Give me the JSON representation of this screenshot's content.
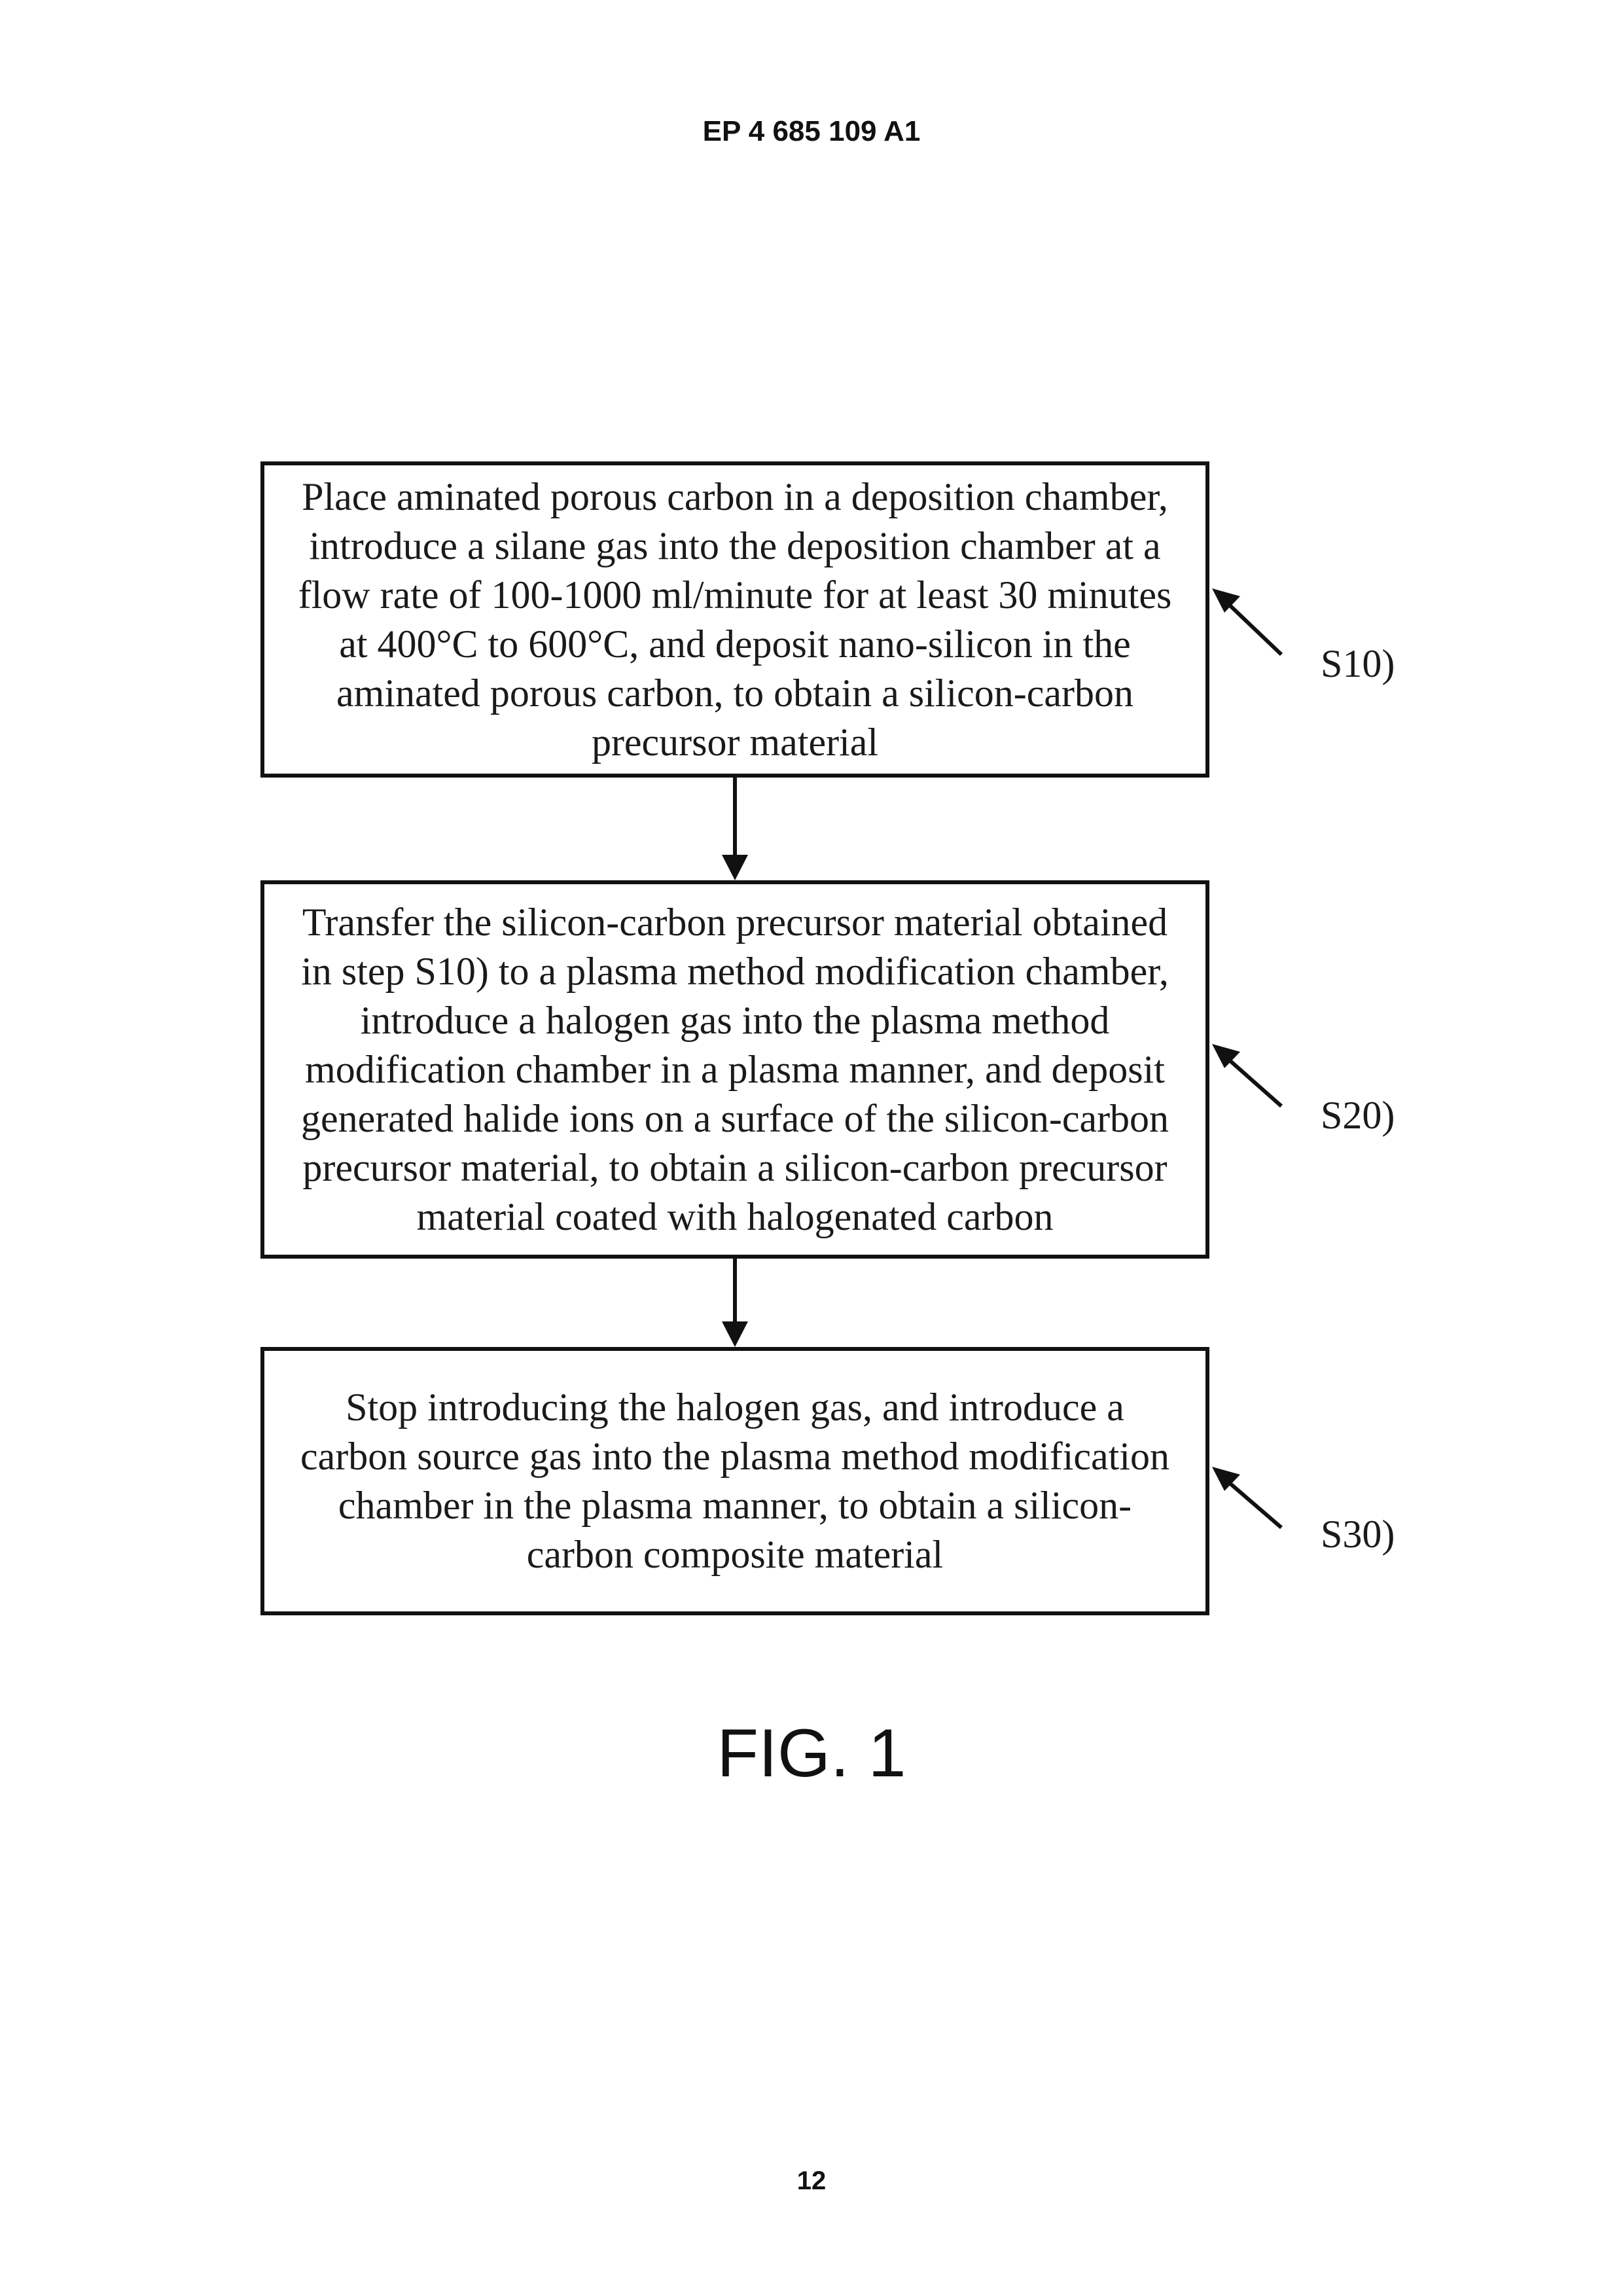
{
  "header": {
    "publication_number": "EP 4 685 109 A1"
  },
  "steps": [
    {
      "label": "S10)",
      "text": "Place aminated porous carbon in a deposition chamber,\nintroduce a silane gas into the deposition chamber at a\nflow rate of 100-1000 ml/minute for at least 30 minutes\nat 400°C to 600°C, and deposit nano-silicon in the\naminated porous carbon, to obtain a silicon-carbon\nprecursor material"
    },
    {
      "label": "S20)",
      "text": "Transfer the silicon-carbon precursor material obtained\nin step S10) to a plasma method modification chamber,\nintroduce a halogen gas into the plasma method\nmodification chamber in a plasma manner, and deposit\ngenerated halide ions on a surface of the silicon-carbon\nprecursor material, to obtain a silicon-carbon precursor\nmaterial coated with halogenated carbon"
    },
    {
      "label": "S30)",
      "text": "Stop introducing the halogen gas, and introduce a\ncarbon source gas into the plasma method modification\nchamber in the plasma manner, to obtain a silicon-\ncarbon composite material"
    }
  ],
  "figure": {
    "caption": "FIG. 1"
  },
  "footer": {
    "page_number": "12"
  }
}
